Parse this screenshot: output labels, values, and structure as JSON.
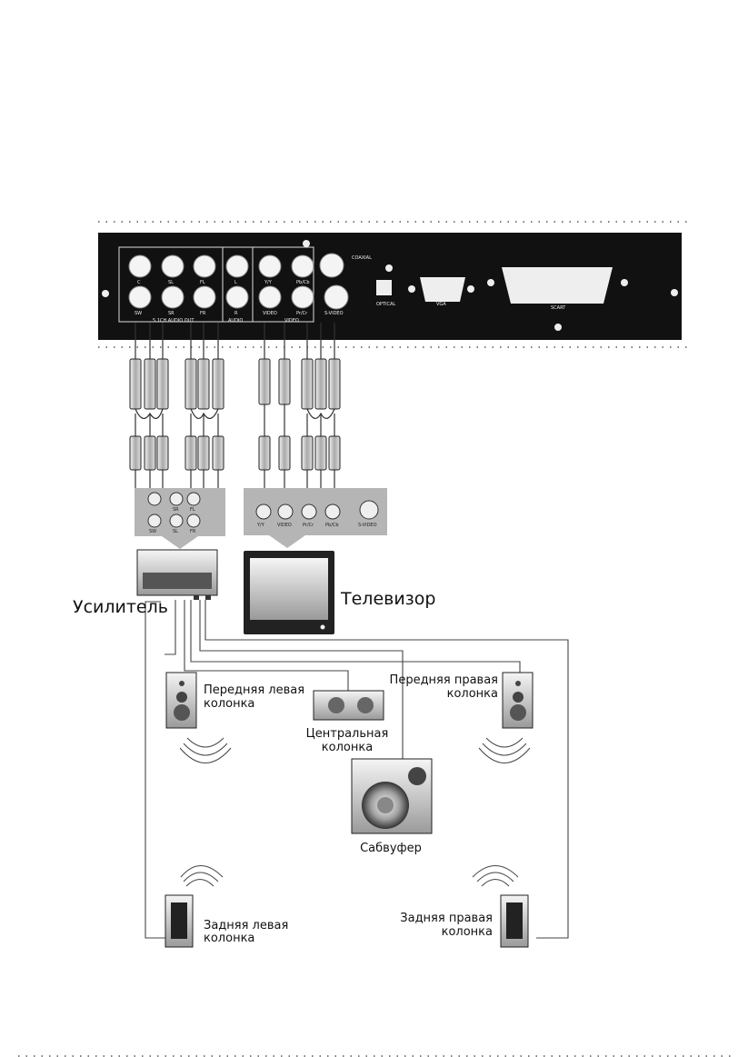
{
  "devices": {
    "amplifier": "Усилитель",
    "tv": "Телевизор",
    "front_left": [
      "Передняя левая",
      "колонка"
    ],
    "front_right": [
      "Передняя правая",
      "колонка"
    ],
    "center": [
      "Центральная",
      "колонка"
    ],
    "subwoofer": "Сабвуфер",
    "rear_left": [
      "Задняя левая",
      "колонка"
    ],
    "rear_right": [
      "Задняя правая",
      "колонка"
    ]
  },
  "player_panel": {
    "jacks_top": [
      "C",
      "SL",
      "FL",
      "L",
      "Y/Y",
      "Pb/Cb"
    ],
    "jacks_bottom": [
      "SW",
      "SR",
      "FR",
      "R",
      "VIDEO",
      "Pr/Cr",
      "S-VIDEO"
    ],
    "group_51": "5.1CH AUDIO OUT",
    "group_audio": "AUDIO",
    "group_video": "VIDEO",
    "coaxial": "COAXIAL",
    "optical": "OPTICAL",
    "vga": "VGA",
    "scart": "SCART"
  },
  "amp_input": [
    "SW",
    "SL",
    "FR",
    "SR",
    "FL"
  ],
  "tv_input": [
    "Y/Y",
    "VIDEO",
    "Pr/Cr",
    "Pb/Cb",
    "S-VIDEO"
  ],
  "colors": {
    "panel": "#111111",
    "grey_box": "#b5b5b5",
    "wire": "#555555"
  }
}
